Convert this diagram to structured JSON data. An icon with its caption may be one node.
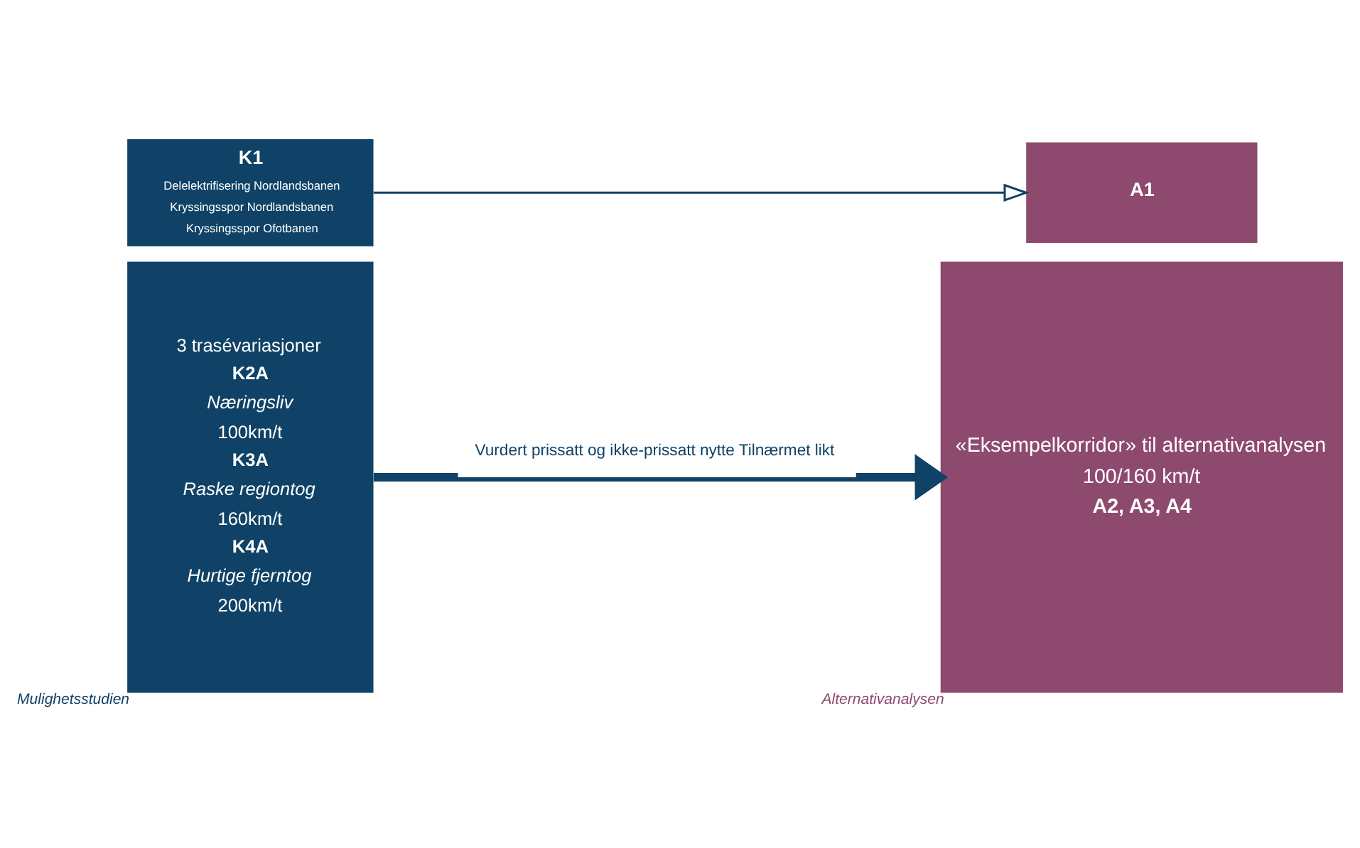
{
  "diagram": {
    "nodes": [
      {
        "text": [
          "K1",
          "Delelektrifisering Nordlandsbanen",
          "Kryssingsspor Nordlandsbanen",
          "Kryssingsspor Ofotbanen"
        ]
      },
      {
        "text": [
          "A1"
        ]
      },
      {
        "text": [
          "3 trasévariasjoner",
          "K2A",
          "Næringsliv",
          "100km/t",
          "K3A",
          "Raske regiontog",
          "160km/t",
          "K4A",
          "Hurtige fjerntog",
          "200km/t"
        ],
        "beside": [
          "Mulighetsstudien"
        ]
      },
      {
        "text": [
          "«Eksempelkorridor» til alternativanalysen",
          "100/160 km/t",
          "A2, A3, A4"
        ],
        "beside": [
          "Alternativanalysen"
        ]
      }
    ],
    "edges": [
      {
        "from": 0,
        "to": 1,
        "arrow": "to"
      },
      {
        "from": 2,
        "to": 3,
        "arrow": "to",
        "style": "thick",
        "label": "Vurdert prissatt og ikke-prissatt nytte Tilnærmet likt"
      }
    ]
  }
}
